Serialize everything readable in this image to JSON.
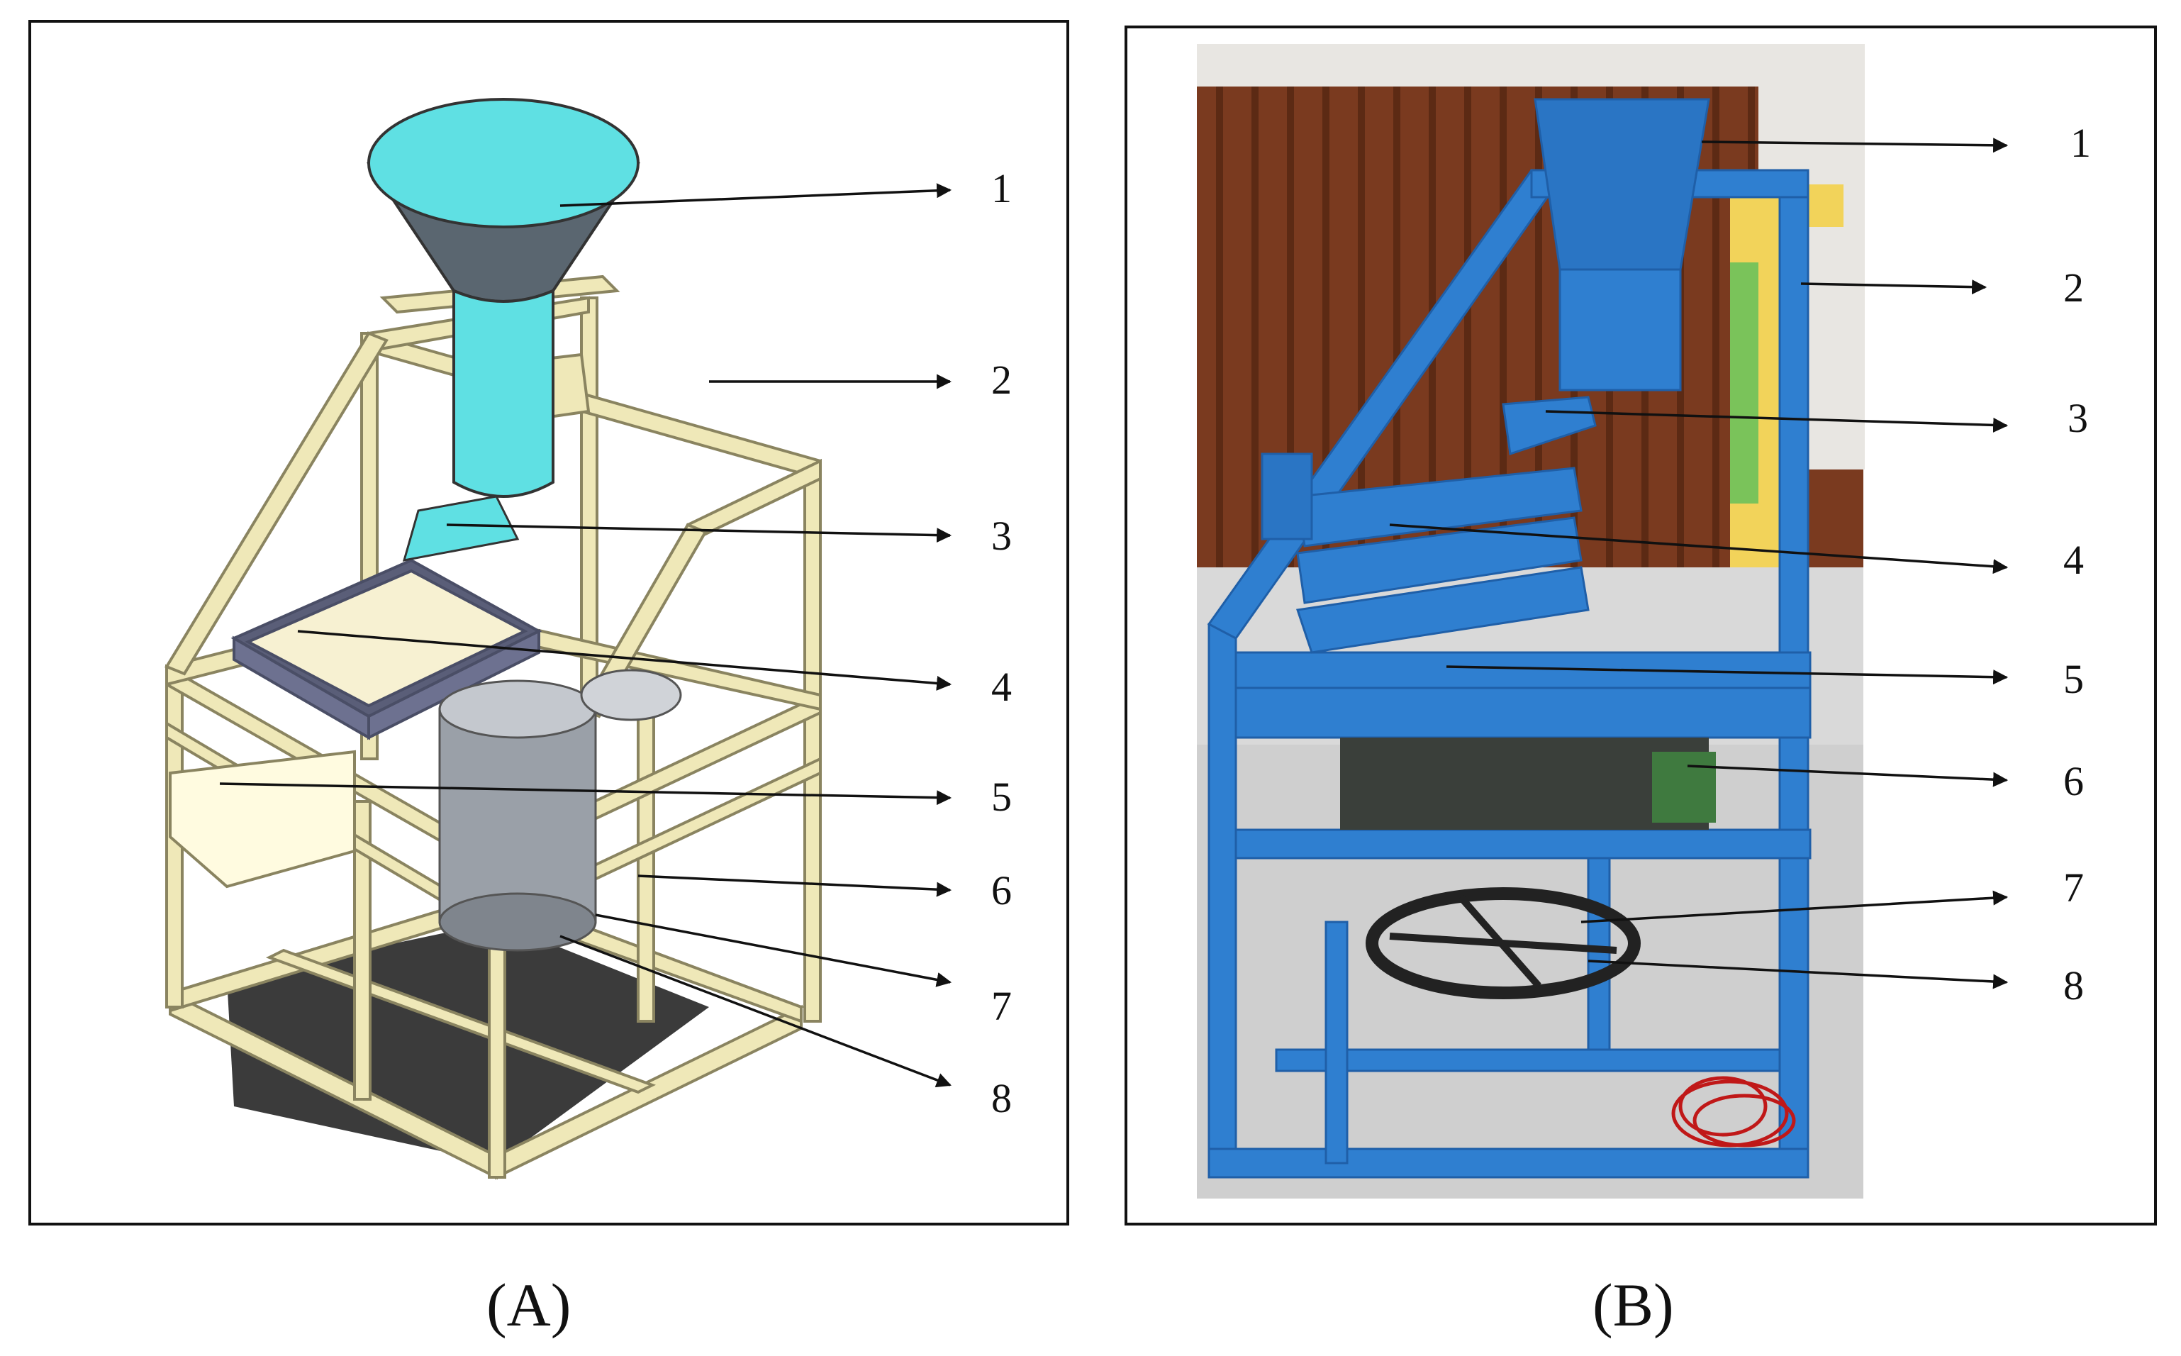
{
  "panel_a": {
    "caption": "(A)",
    "callouts": [
      "1",
      "2",
      "3",
      "4",
      "5",
      "6",
      "7",
      "8"
    ]
  },
  "panel_b": {
    "caption": "(B)",
    "callouts": [
      "1",
      "2",
      "3",
      "4",
      "5",
      "6",
      "7",
      "8"
    ]
  },
  "colors": {
    "frame_cad": "#efe8b8",
    "frame_cad_edge": "#8a8460",
    "hopper_cad": "#5fe0e3",
    "hopper_dark": "#5a6670",
    "tray_cad": "#fffbe0",
    "motor_grey": "#9aa0a8",
    "frame_photo": "#2f7fd0",
    "photo_wall": "#7a3a1f",
    "photo_floor": "#d9d9d9",
    "yellow_pipe": "#f2d35a"
  }
}
